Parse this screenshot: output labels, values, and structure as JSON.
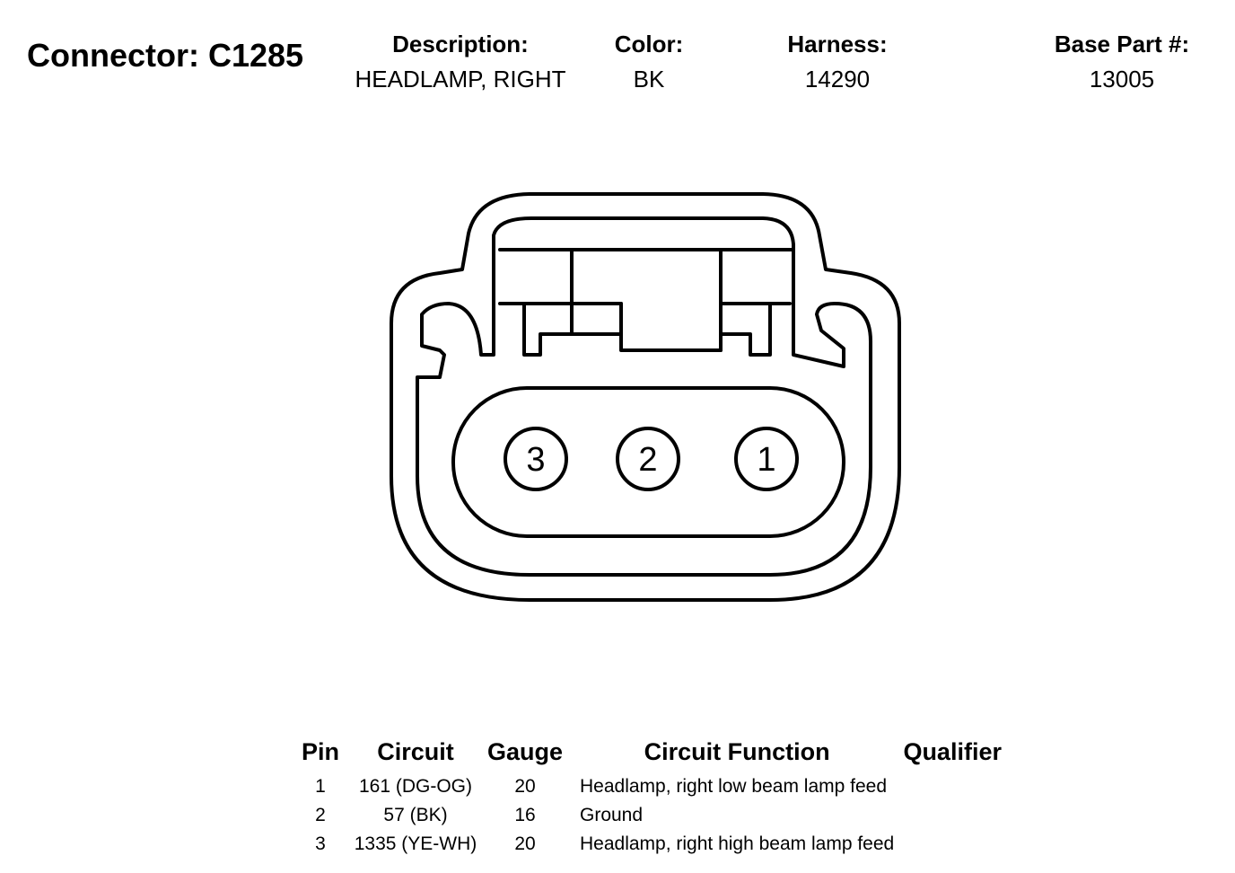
{
  "connector": {
    "title": "Connector: C1285"
  },
  "header": {
    "description": {
      "label": "Description:",
      "value": "HEADLAMP, RIGHT"
    },
    "color": {
      "label": "Color:",
      "value": "BK"
    },
    "harness": {
      "label": "Harness:",
      "value": "14290"
    },
    "base_part": {
      "label": "Base Part #:",
      "value": "13005"
    }
  },
  "diagram": {
    "pins": [
      {
        "number": "3"
      },
      {
        "number": "2"
      },
      {
        "number": "1"
      }
    ]
  },
  "table": {
    "headers": {
      "pin": "Pin",
      "circuit": "Circuit",
      "gauge": "Gauge",
      "function": "Circuit Function",
      "qualifier": "Qualifier"
    },
    "rows": [
      {
        "pin": "1",
        "circuit": "161 (DG-OG)",
        "gauge": "20",
        "function": "Headlamp, right low beam lamp feed",
        "qualifier": ""
      },
      {
        "pin": "2",
        "circuit": "57 (BK)",
        "gauge": "16",
        "function": "Ground",
        "qualifier": ""
      },
      {
        "pin": "3",
        "circuit": "1335 (YE-WH)",
        "gauge": "20",
        "function": "Headlamp, right high beam lamp feed",
        "qualifier": ""
      }
    ]
  }
}
